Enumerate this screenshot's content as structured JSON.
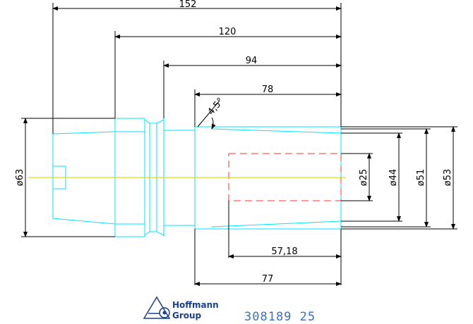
{
  "drawing": {
    "dimensions": {
      "length_total": "152",
      "length_120": "120",
      "length_94": "94",
      "length_78": "78",
      "angle": "4,5°",
      "dia_63": "ø63",
      "dia_25": "ø25",
      "dia_44": "ø44",
      "dia_51": "ø51",
      "dia_53": "ø53",
      "bore_depth": "57,18",
      "length_77": "77"
    },
    "colors": {
      "outline": "#00e5ff",
      "dimension": "#000000",
      "centerline": "#e6d800",
      "hidden": "#ff3030"
    }
  },
  "branding": {
    "logo_line1": "Hoffmann",
    "logo_line2": "Group",
    "part_number": "308189 25",
    "colors": {
      "logo": "#1a3f8f",
      "number": "#3a6fc7"
    }
  }
}
